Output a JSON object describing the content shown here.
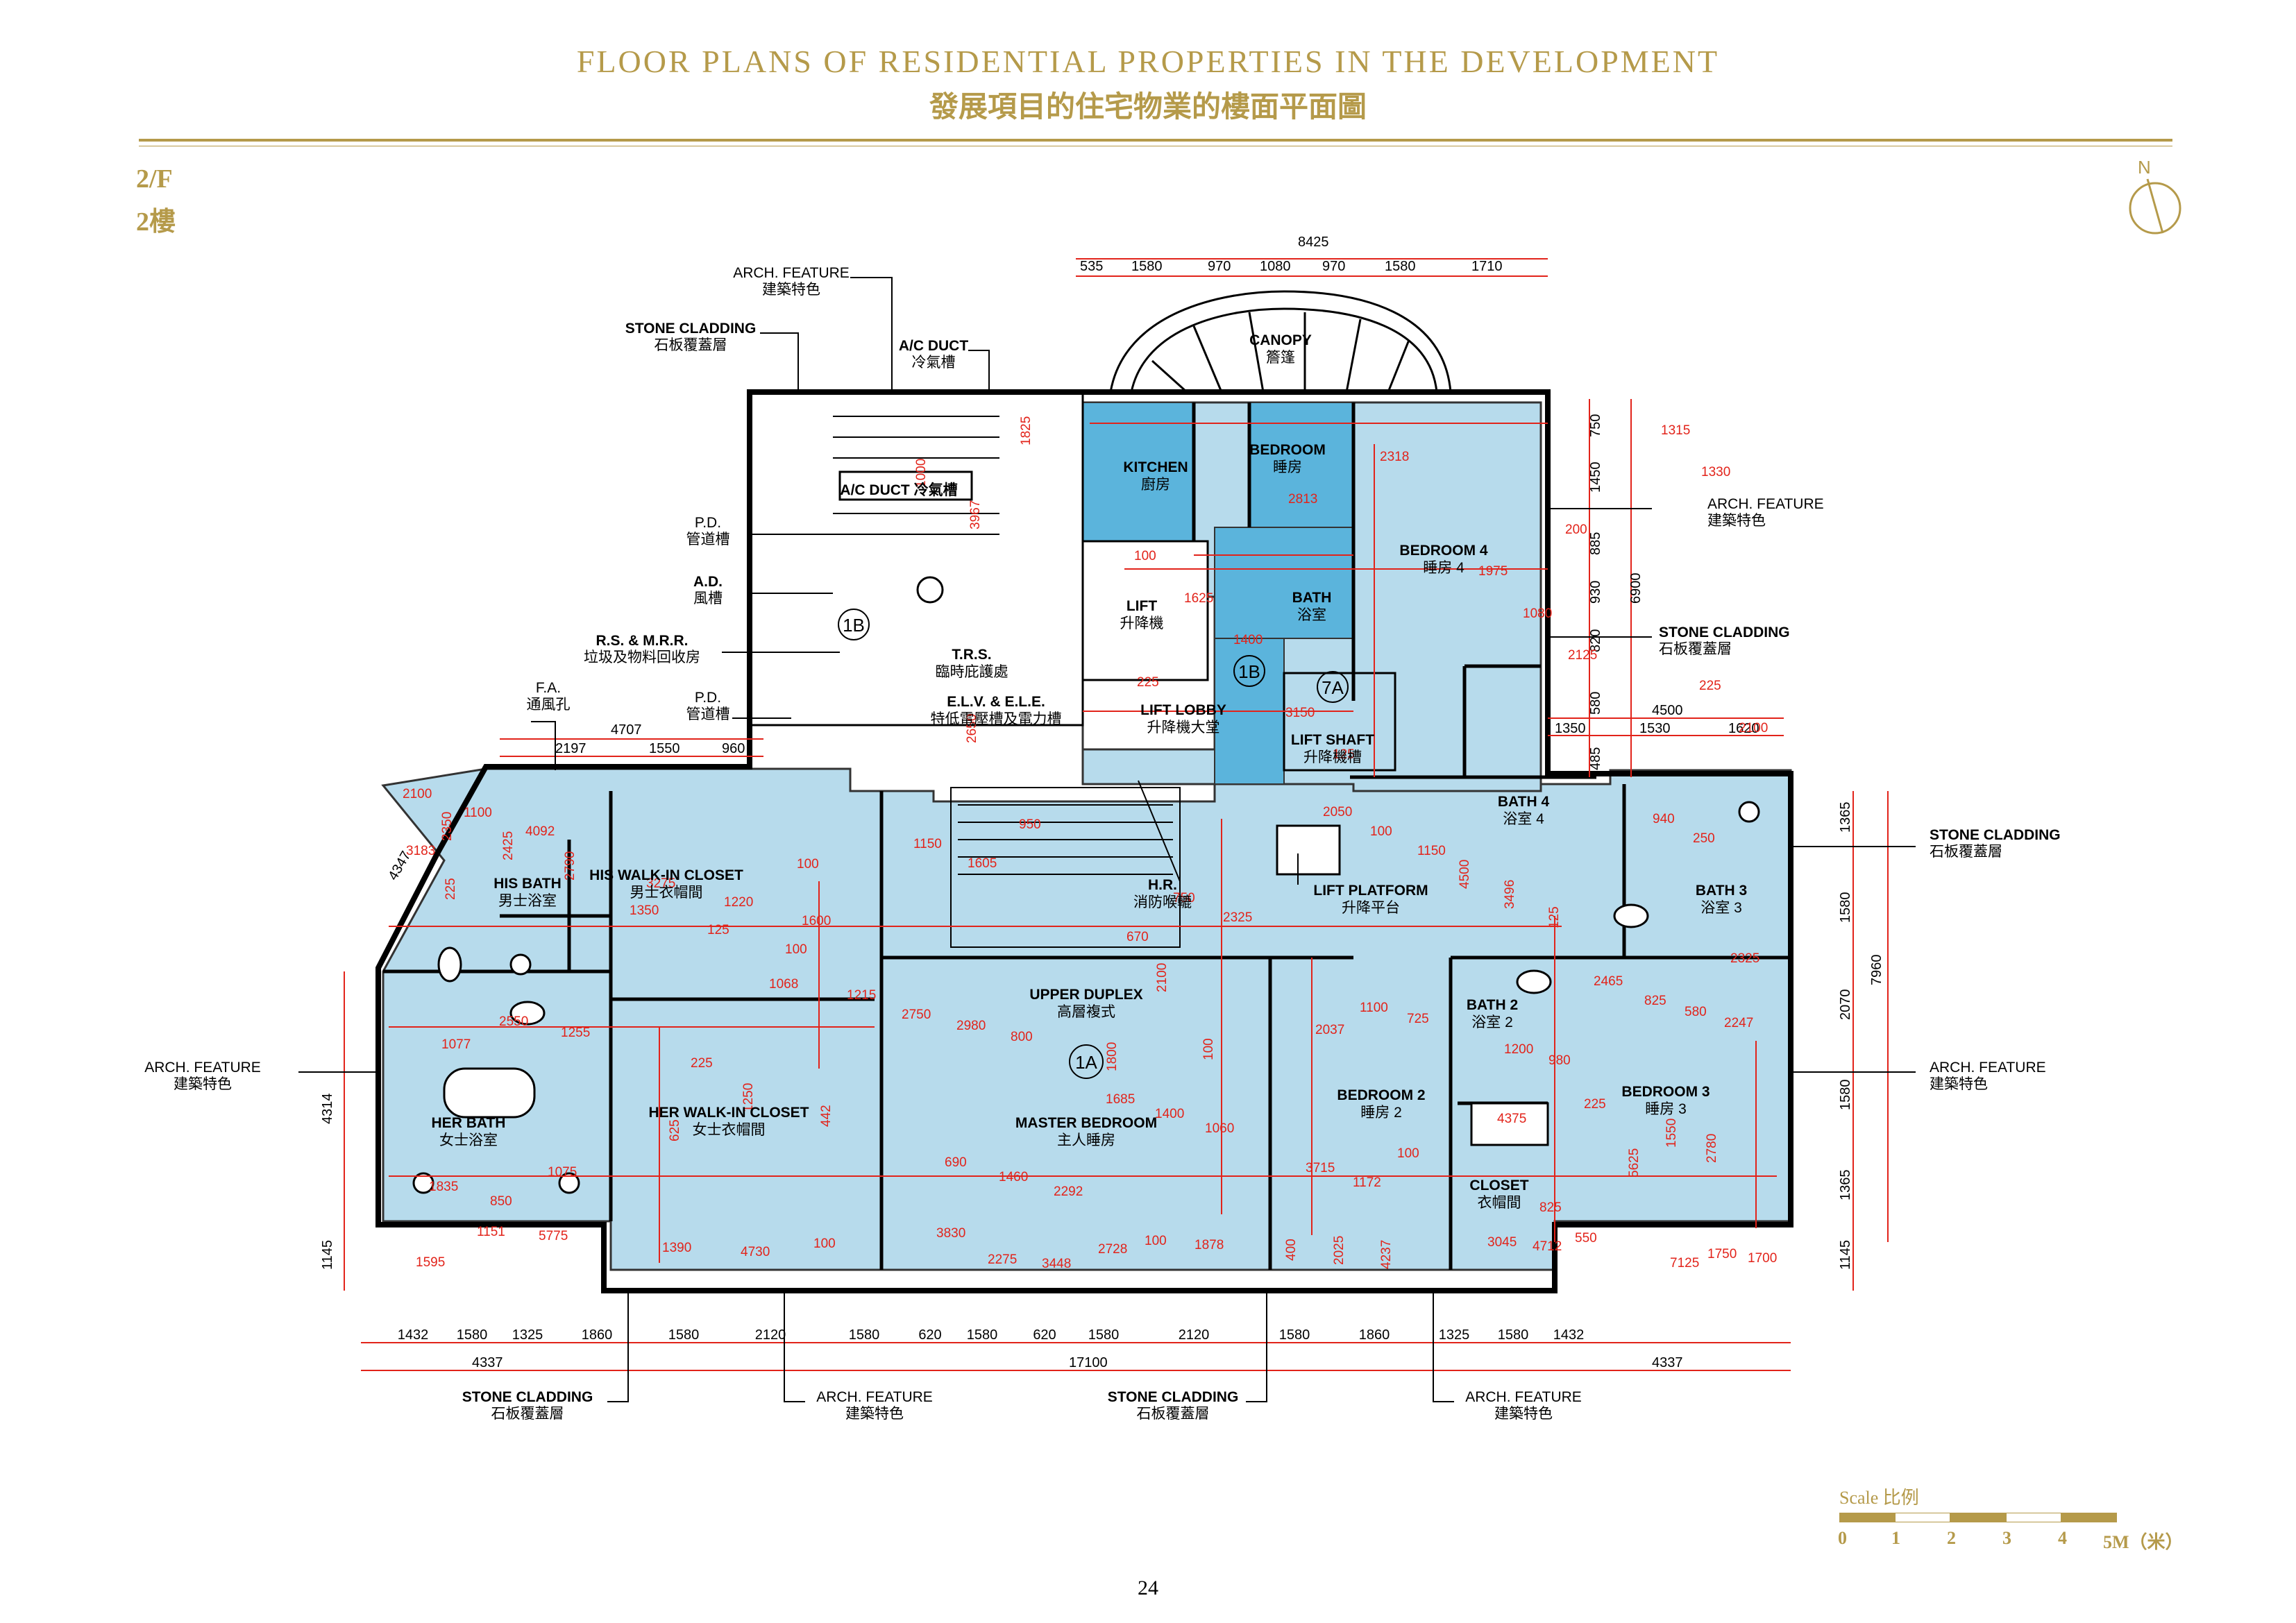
{
  "header": {
    "title_en": "FLOOR PLANS OF RESIDENTIAL PROPERTIES IN THE DEVELOPMENT",
    "title_zh": "發展項目的住宅物業的樓面平面圖"
  },
  "floor": {
    "en": "2/F",
    "zh": "2樓"
  },
  "compass": {
    "label": "N"
  },
  "rooms": [
    {
      "id": "kitchen",
      "en": "KITCHEN",
      "zh": "廚房"
    },
    {
      "id": "bedroom",
      "en": "BEDROOM",
      "zh": "睡房"
    },
    {
      "id": "bedroom4",
      "en": "BEDROOM 4",
      "zh": "睡房 4"
    },
    {
      "id": "lift",
      "en": "LIFT",
      "zh": "升降機"
    },
    {
      "id": "bath",
      "en": "BATH",
      "zh": "浴室"
    },
    {
      "id": "trs",
      "en": "T.R.S.",
      "zh": "臨時庇護處"
    },
    {
      "id": "elv",
      "en": "E.L.V. & E.L.E.",
      "zh": "特低電壓槽及電力槽"
    },
    {
      "id": "liftlobby",
      "en": "LIFT LOBBY",
      "zh": "升降機大堂"
    },
    {
      "id": "liftshaft",
      "en": "LIFT SHAFT",
      "zh": "升降機槽"
    },
    {
      "id": "bath4",
      "en": "BATH 4",
      "zh": "浴室 4"
    },
    {
      "id": "hisbath",
      "en": "HIS BATH",
      "zh": "男士浴室"
    },
    {
      "id": "hiscloset",
      "en": "HIS WALK-IN CLOSET",
      "zh": "男士衣帽間"
    },
    {
      "id": "hr",
      "en": "H.R.",
      "zh": "消防喉轆"
    },
    {
      "id": "liftplatform",
      "en": "LIFT PLATFORM",
      "zh": "升降平台"
    },
    {
      "id": "bath3",
      "en": "BATH 3",
      "zh": "浴室 3"
    },
    {
      "id": "upperduplex",
      "en": "UPPER DUPLEX",
      "zh": "高層複式"
    },
    {
      "id": "bath2",
      "en": "BATH 2",
      "zh": "浴室 2"
    },
    {
      "id": "herbath",
      "en": "HER BATH",
      "zh": "女士浴室"
    },
    {
      "id": "hercloset",
      "en": "HER WALK-IN CLOSET",
      "zh": "女士衣帽間"
    },
    {
      "id": "master",
      "en": "MASTER BEDROOM",
      "zh": "主人睡房"
    },
    {
      "id": "bedroom2",
      "en": "BEDROOM 2",
      "zh": "睡房 2"
    },
    {
      "id": "bedroom3",
      "en": "BEDROOM 3",
      "zh": "睡房 3"
    },
    {
      "id": "closet",
      "en": "CLOSET",
      "zh": "衣帽間"
    },
    {
      "id": "canopy",
      "en": "CANOPY",
      "zh": "簷篷"
    },
    {
      "id": "acduct_in",
      "en": "A/C DUCT 冷氣槽",
      "zh": ""
    }
  ],
  "callouts": [
    {
      "id": "archTop",
      "en": "ARCH. FEATURE",
      "zh": "建築特色"
    },
    {
      "id": "stoneTopLeft",
      "en": "STONE CLADDING",
      "zh": "石板覆蓋層"
    },
    {
      "id": "acduct",
      "en": "A/C DUCT",
      "zh": "冷氣槽"
    },
    {
      "id": "pd1",
      "en": "P.D.",
      "zh": "管道槽"
    },
    {
      "id": "ad",
      "en": "A.D.",
      "zh": "風槽"
    },
    {
      "id": "rsmrr",
      "en": "R.S. & M.R.R.",
      "zh": "垃圾及物料回收房"
    },
    {
      "id": "fa",
      "en": "F.A.",
      "zh": "通風孔"
    },
    {
      "id": "pd2",
      "en": "P.D.",
      "zh": "管道槽"
    },
    {
      "id": "archRight1",
      "en": "ARCH. FEATURE",
      "zh": "建築特色"
    },
    {
      "id": "stoneRight1",
      "en": "STONE CLADDING",
      "zh": "石板覆蓋層"
    },
    {
      "id": "stoneRight2",
      "en": "STONE CLADDING",
      "zh": "石板覆蓋層"
    },
    {
      "id": "archRight2",
      "en": "ARCH. FEATURE",
      "zh": "建築特色"
    },
    {
      "id": "archLeft",
      "en": "ARCH. FEATURE",
      "zh": "建築特色"
    },
    {
      "id": "stoneB1",
      "en": "STONE CLADDING",
      "zh": "石板覆蓋層"
    },
    {
      "id": "archB1",
      "en": "ARCH. FEATURE",
      "zh": "建築特色"
    },
    {
      "id": "stoneB2",
      "en": "STONE CLADDING",
      "zh": "石板覆蓋層"
    },
    {
      "id": "archB2",
      "en": "ARCH. FEATURE",
      "zh": "建築特色"
    }
  ],
  "unit_tags": [
    "1B",
    "1B",
    "7A",
    "1A"
  ],
  "dims": {
    "top_total": "8425",
    "top": [
      "535",
      "1580",
      "970",
      "1080",
      "970",
      "1580",
      "1710"
    ],
    "bottom1": [
      "1432",
      "1580",
      "1325",
      "1860",
      "1580",
      "2120",
      "1580",
      "620",
      "1580",
      "620",
      "1580",
      "2120",
      "1580",
      "1860",
      "1325",
      "1580",
      "1432"
    ],
    "bottom2": [
      "4337",
      "17100",
      "4337"
    ],
    "left": [
      "4314",
      "1145",
      "4347"
    ],
    "right_outer": [
      "6900",
      "7960"
    ],
    "right_inner": [
      "750",
      "1450",
      "885",
      "930",
      "820",
      "580",
      "485",
      "1365",
      "1580",
      "2070",
      "1580",
      "1365",
      "1145"
    ],
    "upper_left": [
      "4707",
      "2197",
      "1550",
      "960"
    ],
    "upper_right": [
      "4500",
      "1350",
      "1530",
      "1620"
    ],
    "interior": [
      "2100",
      "100",
      "2650",
      "100",
      "3150",
      "200",
      "225",
      "2350",
      "1350",
      "950",
      "750",
      "2050",
      "4500",
      "2325",
      "2550",
      "225",
      "2750",
      "100",
      "1100",
      "1200",
      "825",
      "1075",
      "1250",
      "690",
      "1685",
      "100",
      "825",
      "1550",
      "1595",
      "100",
      "2275",
      "100",
      "400",
      "550",
      "1750",
      "1100",
      "3275",
      "1825",
      "1625",
      "125",
      "1975",
      "2100",
      "2425",
      "125",
      "1150",
      "2325",
      "100",
      "3496",
      "940",
      "1255",
      "1068",
      "2980",
      "1800",
      "725",
      "980",
      "580",
      "1835",
      "442",
      "1460",
      "1400",
      "3715",
      "225",
      "2780",
      "1151",
      "1390",
      "3448",
      "1878",
      "2025",
      "3045",
      "1700",
      "4092",
      "1220",
      "1000",
      "1400",
      "2318",
      "1080",
      "1315",
      "2790",
      "100",
      "1605",
      "670",
      "1150",
      "125",
      "250",
      "1077",
      "1215",
      "800",
      "2100",
      "2037",
      "2465",
      "2247",
      "850",
      "625",
      "2292",
      "1060",
      "1172",
      "4375",
      "5625",
      "5775",
      "4730",
      "3830",
      "2728",
      "4237",
      "4712",
      "7125",
      "3183",
      "1600",
      "3967",
      "225",
      "2813",
      "2125",
      "1330",
      "225"
    ]
  },
  "scale": {
    "label": "Scale 比例",
    "nums": [
      "0",
      "1",
      "2",
      "3",
      "4",
      "5M（米）"
    ]
  },
  "page_number": "24",
  "colors": {
    "gold": "#b59a4a",
    "room_fill": "#b7dbec",
    "room_fill_dark": "#5bb4dc",
    "dim": "#e2231a",
    "wall": "#000000"
  }
}
